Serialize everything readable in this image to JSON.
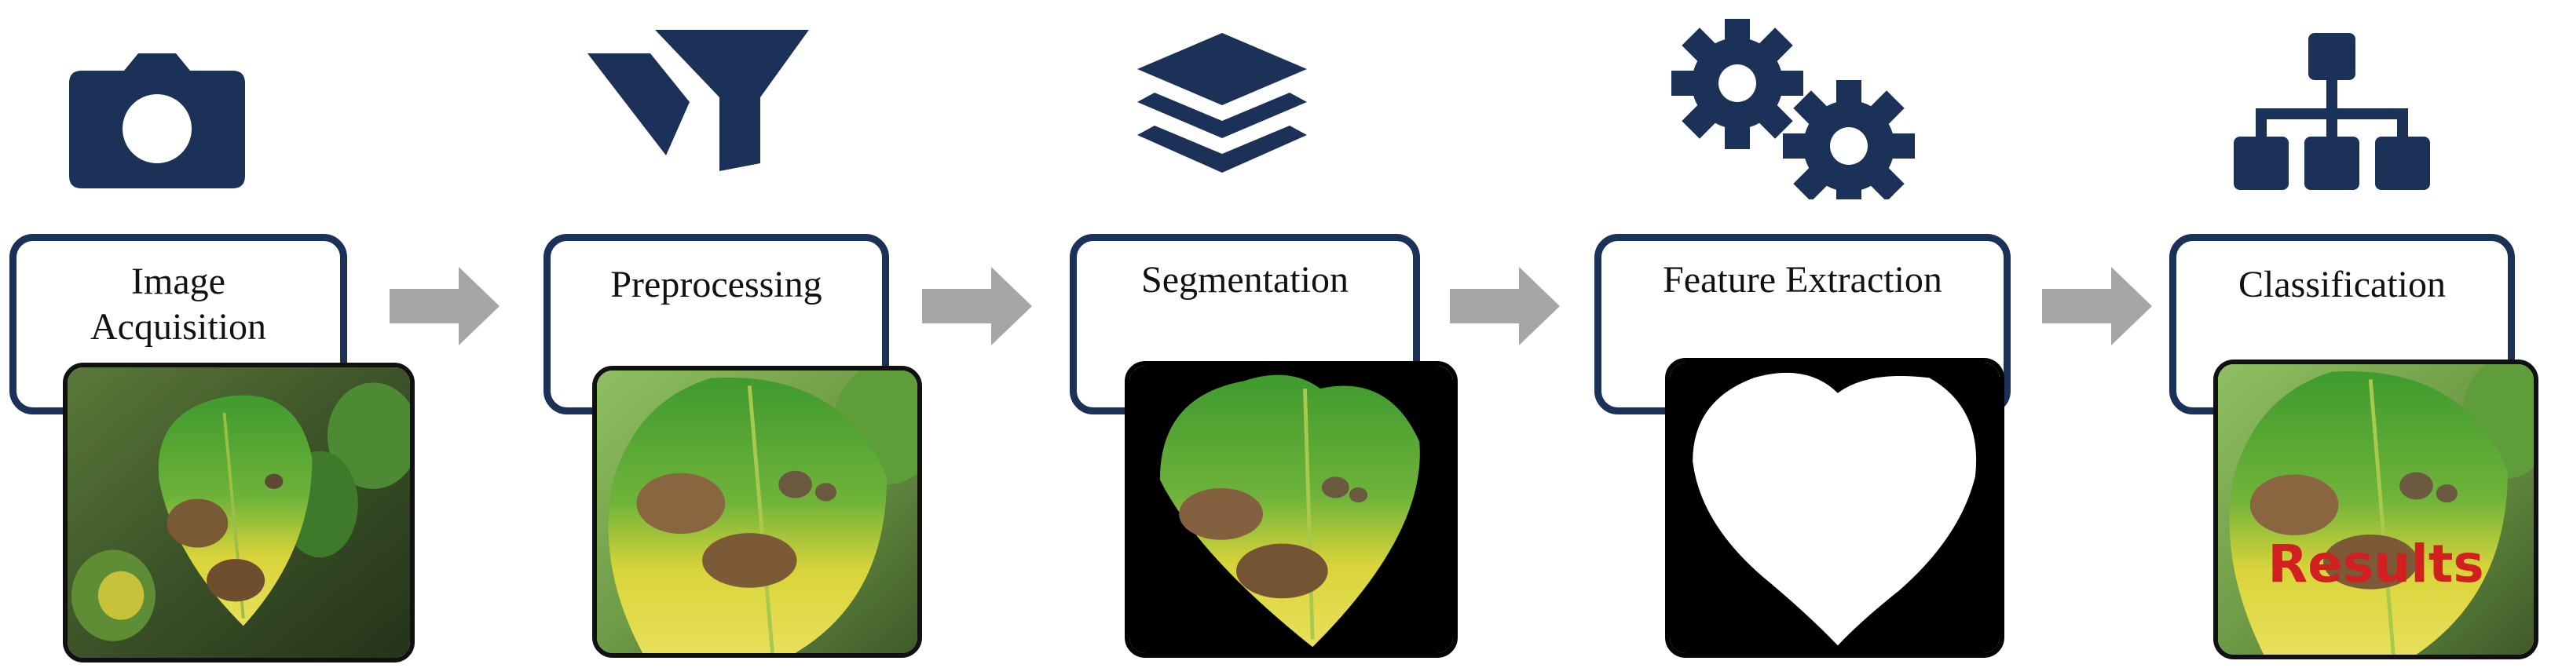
{
  "colors": {
    "icon": "#1b3157",
    "box_border": "#1b3157",
    "arrow": "#a6a6a6",
    "results": "#d21f1f"
  },
  "stages": [
    {
      "label": "Image Acquisition",
      "label_lines": [
        "Image",
        "Acquisition"
      ],
      "icon": "camera-icon",
      "image": "raw leaf photo"
    },
    {
      "label": "Preprocessing",
      "icon": "filter-icon",
      "image": "enhanced leaf photo"
    },
    {
      "label": "Segmentation",
      "icon": "layers-icon",
      "image": "segmented leaf on black background"
    },
    {
      "label": "Feature Extraction",
      "icon": "gears-icon",
      "image": "binary leaf mask"
    },
    {
      "label": "Classification",
      "icon": "hierarchy-icon",
      "image": "classified leaf",
      "overlay": "Results"
    }
  ]
}
